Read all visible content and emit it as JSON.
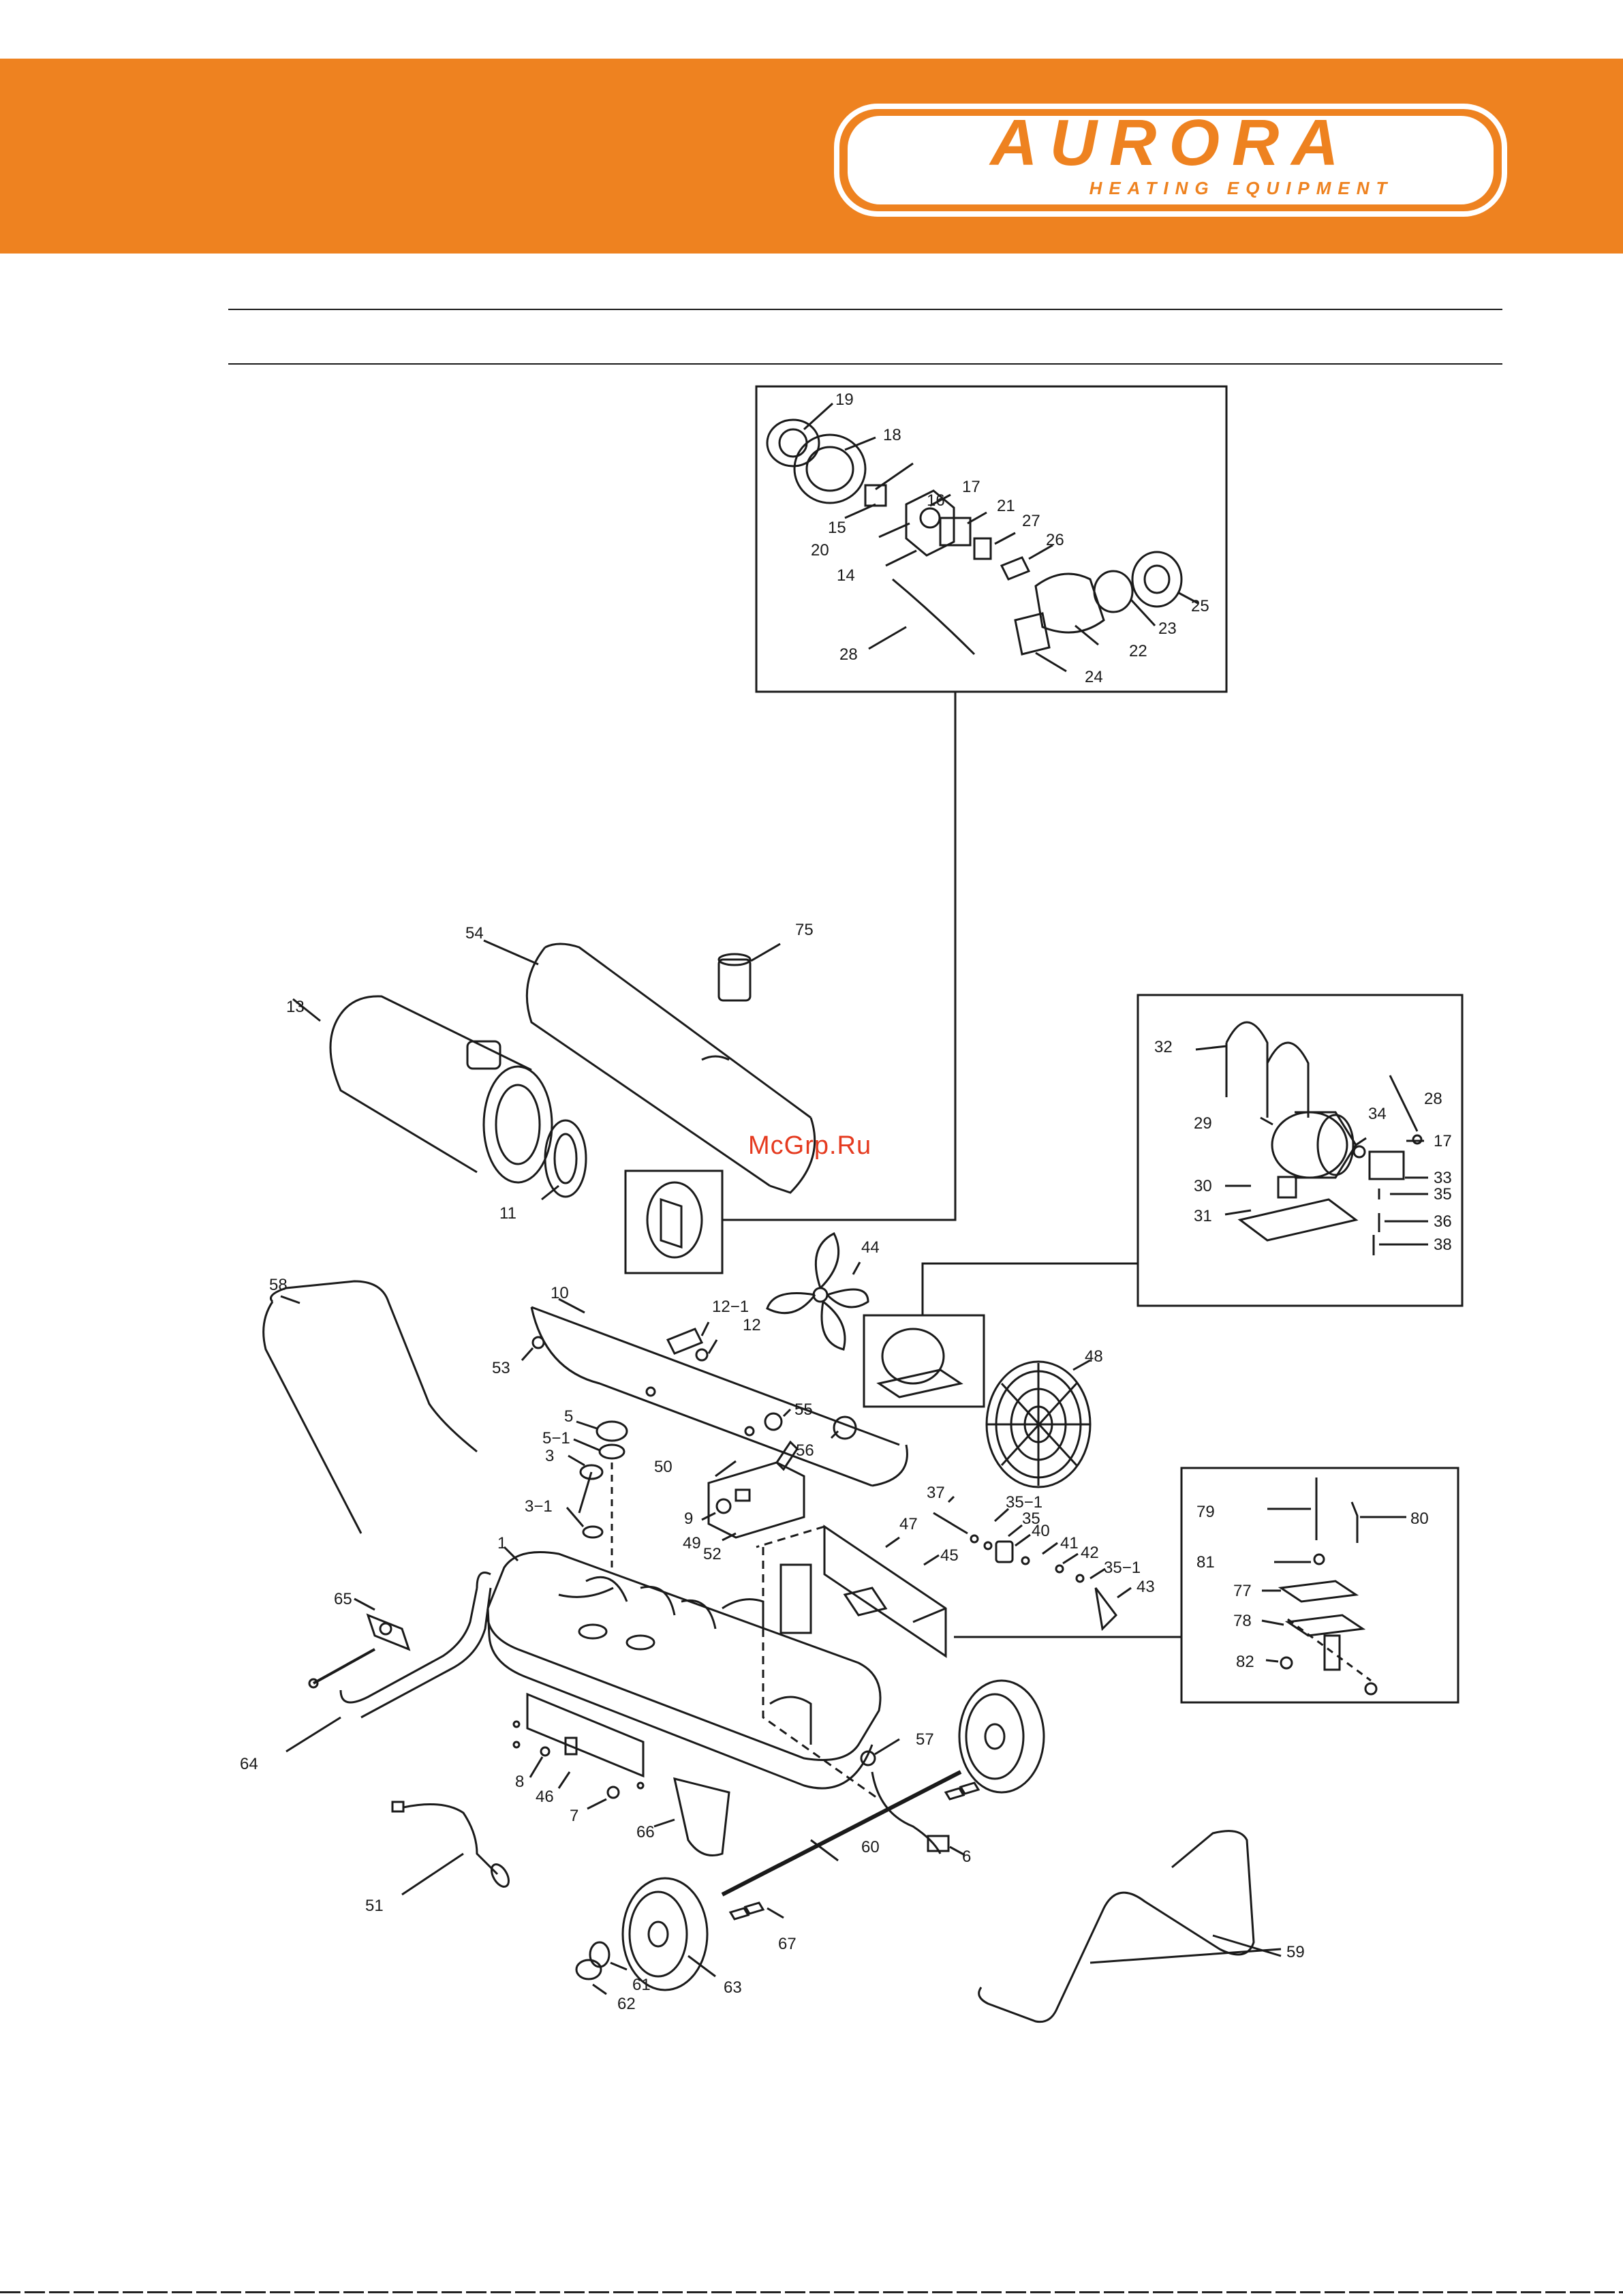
{
  "header": {
    "brand": "AURORA",
    "tagline": "HEATING EQUIPMENT",
    "band_color": "#ee8220",
    "logo_text_color": "#ee8220",
    "logo_bg_color": "#ffffff"
  },
  "watermark": {
    "text": "McGrp.Ru",
    "color": "#e53a1f"
  },
  "callouts": {
    "c19": "19",
    "c18": "18",
    "c16": "16",
    "c15": "15",
    "c17": "17",
    "c21": "21",
    "c20": "20",
    "c27": "27",
    "c14": "14",
    "c26": "26",
    "c25": "25",
    "c23": "23",
    "c28": "28",
    "c22": "22",
    "c24": "24",
    "c75": "75",
    "c54": "54",
    "c13": "13",
    "c11": "11",
    "c32": "32",
    "c28b": "28",
    "c29": "29",
    "c34": "34",
    "c17b": "17",
    "c30": "30",
    "c33": "33",
    "c35": "35",
    "c31": "31",
    "c36": "36",
    "c38": "38",
    "c58": "58",
    "c10": "10",
    "c44": "44",
    "c12_1": "12−1",
    "c12": "12",
    "c53": "53",
    "c48": "48",
    "c5": "5",
    "c55": "55",
    "c5_1": "5−1",
    "c3": "3",
    "c56": "56",
    "c50": "50",
    "c3_1": "3−1",
    "c9": "9",
    "c37": "37",
    "c35_1a": "35−1",
    "c35b": "35",
    "c40": "40",
    "c41": "41",
    "c42": "42",
    "c35_1b": "35−1",
    "c43": "43",
    "c49": "49",
    "c52": "52",
    "c47": "47",
    "c1": "1",
    "c45": "45",
    "c65": "65",
    "c79": "79",
    "c80": "80",
    "c81": "81",
    "c77": "77",
    "c78": "78",
    "c82": "82",
    "c64": "64",
    "c57": "57",
    "c8": "8",
    "c46": "46",
    "c7": "7",
    "c66": "66",
    "c60": "60",
    "c6": "6",
    "c51": "51",
    "c67": "67",
    "c59": "59",
    "c61": "61",
    "c63": "63",
    "c62": "62"
  }
}
